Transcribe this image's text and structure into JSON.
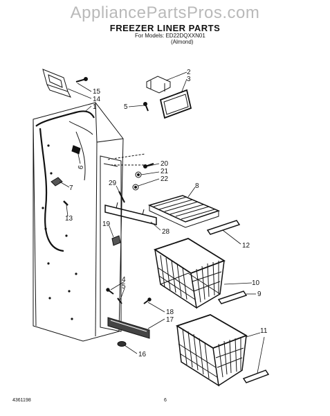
{
  "header": {
    "watermark": "AppliancePartsPros.com",
    "title": "FREEZER LINER PARTS",
    "models_line": "For Models: ED22DQXXN01",
    "variant": "(Almond)"
  },
  "callouts": {
    "c1": "1",
    "c2": "2",
    "c3": "3",
    "c4": "4",
    "c5a": "5",
    "c5b": "5",
    "c6": "6",
    "c7": "7",
    "c8": "8",
    "c9": "9",
    "c10": "10",
    "c11": "11",
    "c12": "12",
    "c13": "13",
    "c14": "14",
    "c15": "15",
    "c16": "16",
    "c17": "17",
    "c18": "18",
    "c19": "19",
    "c20": "20",
    "c21": "21",
    "c22": "22",
    "c28": "28",
    "c29": "29"
  },
  "footer": {
    "doc_number": "4361198",
    "page": "6"
  }
}
